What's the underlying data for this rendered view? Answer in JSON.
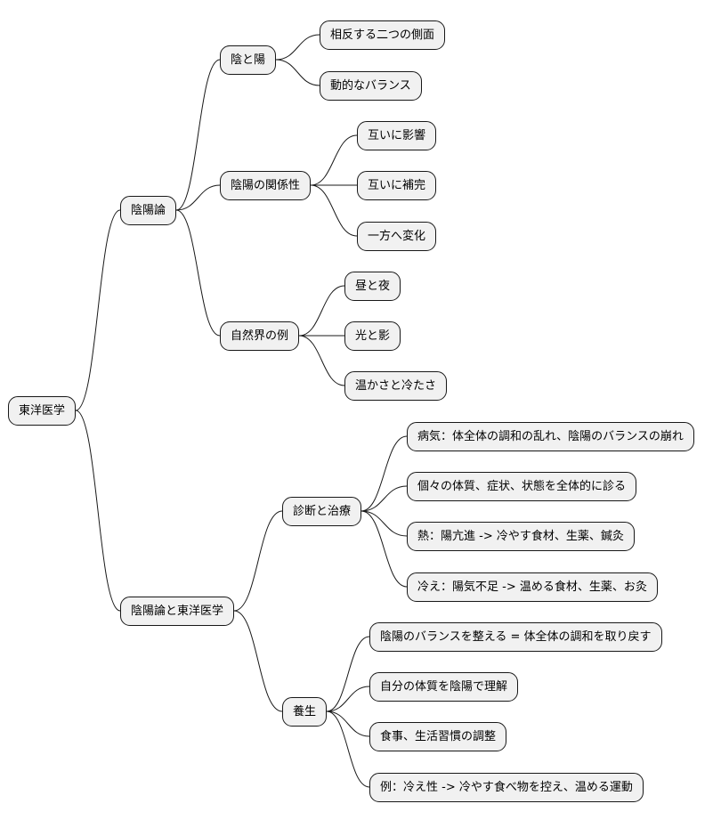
{
  "mindmap": {
    "root": "東洋医学",
    "branches": [
      {
        "label": "陰陽論",
        "children": [
          {
            "label": "陰と陽",
            "children": [
              "相反する二つの側面",
              "動的なバランス"
            ]
          },
          {
            "label": "陰陽の関係性",
            "children": [
              "互いに影響",
              "互いに補完",
              "一方へ変化"
            ]
          },
          {
            "label": "自然界の例",
            "children": [
              "昼と夜",
              "光と影",
              "温かさと冷たさ"
            ]
          }
        ]
      },
      {
        "label": "陰陽論と東洋医学",
        "children": [
          {
            "label": "診断と治療",
            "children": [
              "病気：体全体の調和の乱れ、陰陽のバランスの崩れ",
              "個々の体質、症状、状態を全体的に診る",
              "熱：陽亢進 -> 冷やす食材、生薬、鍼灸",
              "冷え：陽気不足 -> 温める食材、生薬、お灸"
            ]
          },
          {
            "label": "養生",
            "children": [
              "陰陽のバランスを整える = 体全体の調和を取り戻す",
              "自分の体質を陰陽で理解",
              "食事、生活習慣の調整",
              "例：冷え性 -> 冷やす食べ物を控え、温める運動"
            ]
          }
        ]
      }
    ]
  },
  "colors": {
    "node_fill": "#f1f1f1",
    "node_border": "#181818",
    "line": "#181818"
  }
}
